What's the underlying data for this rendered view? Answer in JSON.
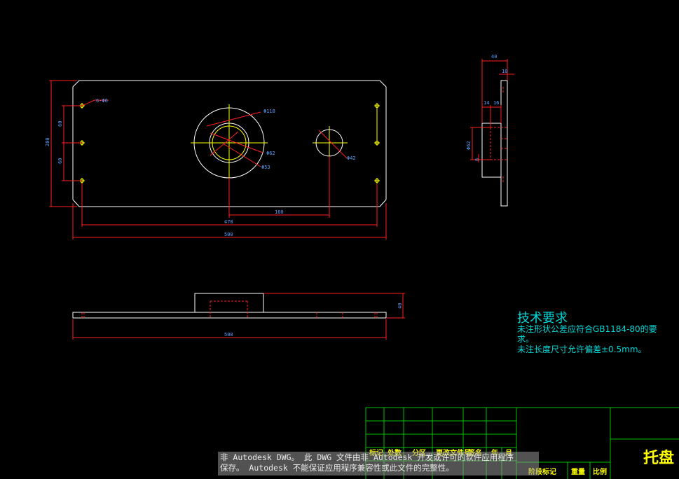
{
  "dims": {
    "holes6": "6-Φ6",
    "d118": "Φ118",
    "d62": "Φ62",
    "d53": "Φ53",
    "d42": "Φ42",
    "h200": "200",
    "s60a": "60",
    "s60b": "60",
    "w470": "470",
    "w160": "160",
    "w500": "500",
    "front500": "500",
    "front40": "40",
    "side40": "40",
    "side10": "10",
    "side14": "14",
    "side16": "16",
    "side62": "Φ62",
    "side_small": "6"
  },
  "requirements": {
    "title": "技术要求",
    "line1": "未注形状公差应符合GB1184-80的要",
    "line2": "求。",
    "line3": "未注长度尺寸允许偏差±0.5mm。"
  },
  "title_block": {
    "h1": "标记",
    "h2": "处数",
    "h3": "分区",
    "h4": "更改文件号",
    "h5": "签名",
    "h6": "年",
    "h7": "月",
    "stage": "阶段标记",
    "weight": "重量",
    "scale": "比例",
    "part_name": "托盘"
  },
  "notice": {
    "line1": "非 Autodesk DWG。  此 DWG 文件由非 Autodesk 开发或许可的软件应用程序",
    "line2": "保存。  Autodesk 不能保证应用程序兼容性或此文件的完整性。"
  },
  "colors": {
    "outline": "#ffffff",
    "dimension": "#ff2020",
    "dim_text": "#5aa0ff",
    "center": "#ffff00",
    "frame": "#00c000",
    "requirements": "#00d8d8",
    "title_block_text": "#ffff00"
  }
}
